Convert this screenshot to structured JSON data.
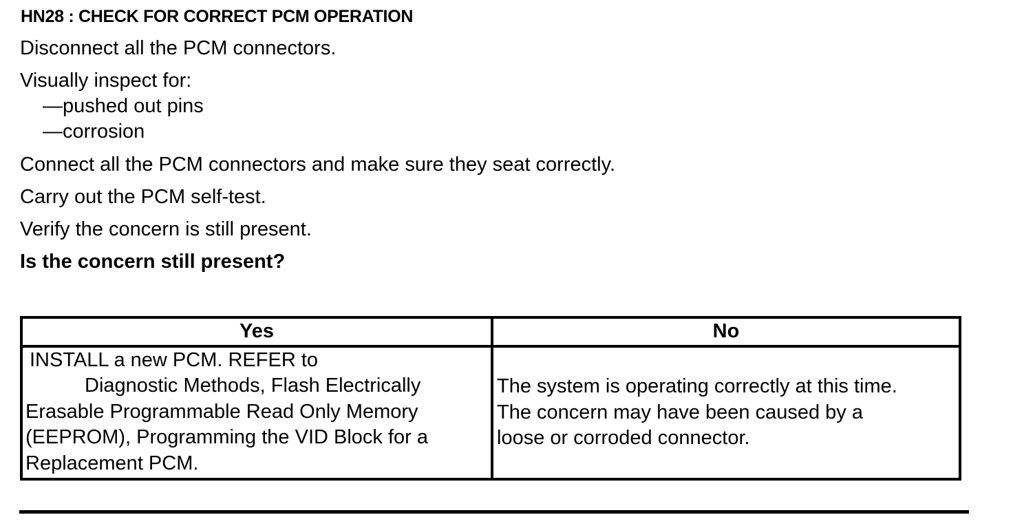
{
  "heading": "HN28 : CHECK FOR CORRECT PCM OPERATION",
  "steps": {
    "disconnect": "Disconnect all the PCM connectors.",
    "inspect": "Visually inspect for:",
    "inspect_items": [
      "—pushed out pins",
      "—corrosion"
    ],
    "connect": "Connect all the PCM connectors and make sure they seat correctly.",
    "selftest": "Carry out the PCM self-test.",
    "verify": "Verify the concern is still present."
  },
  "question": "Is the concern still present?",
  "table": {
    "headers": [
      "Yes",
      "No"
    ],
    "yes_lines": [
      "INSTALL a new PCM.  REFER to",
      "Diagnostic Methods, Flash Electrically",
      "Erasable Programmable Read Only Memory",
      "(EEPROM), Programming the VID Block for a",
      "Replacement PCM."
    ],
    "no_lines": [
      "The system is operating correctly at this time.",
      "The concern may have been caused by a",
      "loose or corroded connector."
    ]
  }
}
